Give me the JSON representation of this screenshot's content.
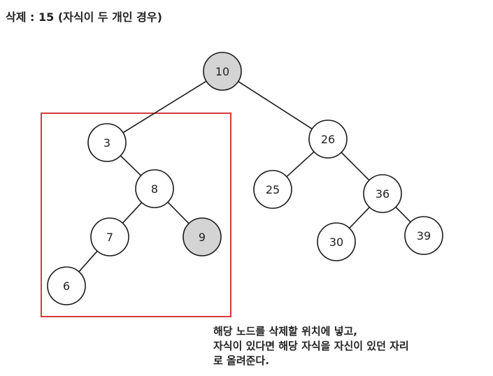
{
  "title": "삭제 : 15 (자식이 두 개인 경우)",
  "note": "해당 노드를 삭제할 위치에 넣고,\n자식이 있다면 해당 자식을 자신이 있던 자리\n로 올려준다.",
  "colors": {
    "node_fill": "#ffffff",
    "highlight_fill": "#d4d4d4",
    "stroke": "#1a1a1a",
    "box_stroke": "#d83a3a"
  },
  "tree": {
    "nodes": [
      {
        "id": "n10",
        "label": "10",
        "highlight": true
      },
      {
        "id": "n3",
        "label": "3",
        "highlight": false
      },
      {
        "id": "n26",
        "label": "26",
        "highlight": false
      },
      {
        "id": "n8",
        "label": "8",
        "highlight": false
      },
      {
        "id": "n25",
        "label": "25",
        "highlight": false
      },
      {
        "id": "n36",
        "label": "36",
        "highlight": false
      },
      {
        "id": "n7",
        "label": "7",
        "highlight": false
      },
      {
        "id": "n9",
        "label": "9",
        "highlight": true
      },
      {
        "id": "n30",
        "label": "30",
        "highlight": false
      },
      {
        "id": "n39",
        "label": "39",
        "highlight": false
      },
      {
        "id": "n6",
        "label": "6",
        "highlight": false
      }
    ],
    "edges": [
      [
        "n10",
        "n3"
      ],
      [
        "n10",
        "n26"
      ],
      [
        "n3",
        "n8"
      ],
      [
        "n26",
        "n25"
      ],
      [
        "n26",
        "n36"
      ],
      [
        "n8",
        "n7"
      ],
      [
        "n8",
        "n9"
      ],
      [
        "n36",
        "n30"
      ],
      [
        "n36",
        "n39"
      ],
      [
        "n7",
        "n6"
      ]
    ]
  }
}
